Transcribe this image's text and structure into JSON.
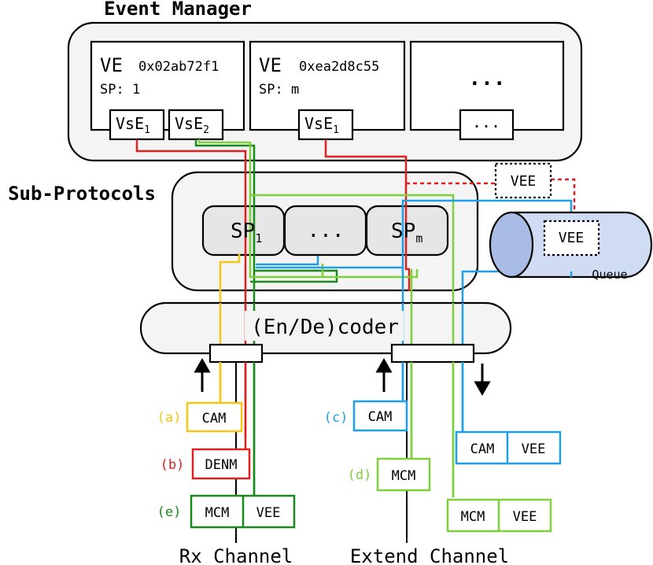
{
  "colors": {
    "red": "#e02020",
    "yellow": "#f5c518",
    "blue": "#1f9fe8",
    "lightgreen": "#7dcf3c",
    "darkgreen": "#1a8a1a",
    "queue_fill": "#cfdcf3",
    "queue_cap": "#a9bce6"
  },
  "event_manager": {
    "title": "Event Manager",
    "ve1": {
      "label": "VE",
      "id": "0x02ab72f1",
      "sp": "SP: 1",
      "vse1": "VsE",
      "vse1_sub": "1",
      "vse2": "VsE",
      "vse2_sub": "2"
    },
    "ve2": {
      "label": "VE",
      "id": "0xea2d8c55",
      "sp": "SP: m",
      "vse1": "VsE",
      "vse1_sub": "1"
    },
    "ve3": {
      "dots": "...",
      "inner_dots": "..."
    }
  },
  "sub_protocols": {
    "title": "Sub-Protocols",
    "sp1": "SP",
    "sp1_sub": "1",
    "dots": "...",
    "spm": "SP",
    "spm_sub": "m"
  },
  "vee_floating": "VEE",
  "queue": {
    "label": "Queue",
    "vee": "VEE"
  },
  "coder": {
    "label": "(En/De)coder"
  },
  "rx": {
    "title": "Rx Channel",
    "a_tag": "(a)",
    "a_msg": "CAM",
    "b_tag": "(b)",
    "b_msg": "DENM",
    "e_tag": "(e)",
    "e_msg1": "MCM",
    "e_msg2": "VEE"
  },
  "ext": {
    "title": "Extend Channel",
    "c_tag": "(c)",
    "c_msg": "CAM",
    "d_tag": "(d)",
    "d_msg": "MCM",
    "out1_msg1": "CAM",
    "out1_msg2": "VEE",
    "out2_msg1": "MCM",
    "out2_msg2": "VEE"
  }
}
